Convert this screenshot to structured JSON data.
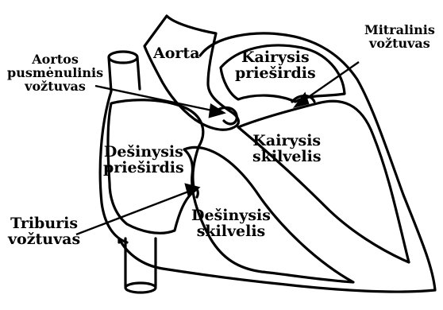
{
  "labels": {
    "aorta": "Aorta",
    "left_atrium": [
      "Kairysis",
      "prieširdis"
    ],
    "mitral_valve": [
      "Mitralinis",
      "vožtuvas"
    ],
    "aortic_valve": [
      "Aortos",
      "pusmėnulinis",
      "vožtuvas"
    ],
    "left_ventricle": [
      "Kairysis",
      "skilvelis"
    ],
    "right_atrium": [
      "Dešinysis",
      "prieširdis"
    ],
    "tricuspid_valve": [
      "Triburis",
      "vožtuvas"
    ],
    "right_ventricle": [
      "Dešinysis",
      "skilvelis"
    ]
  }
}
